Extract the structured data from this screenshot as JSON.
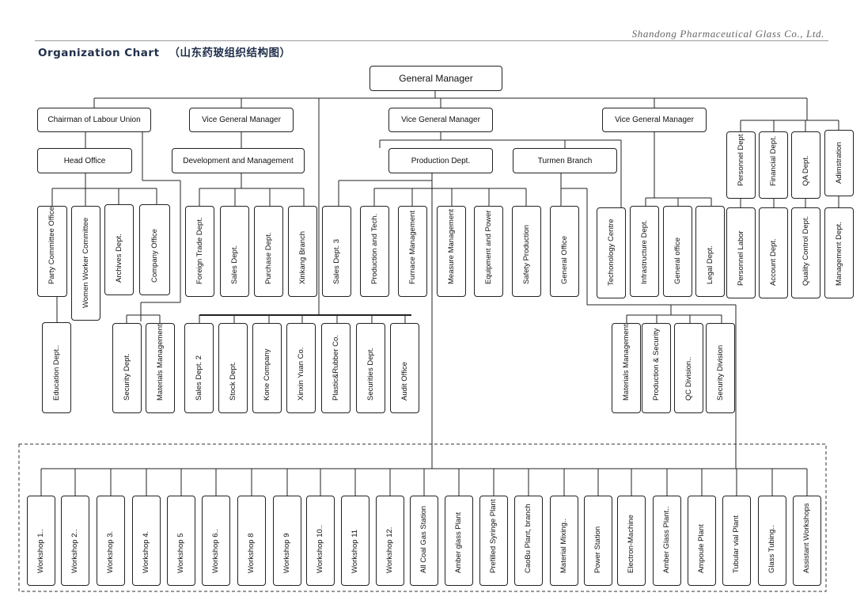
{
  "header": {
    "company": "Shandong  Pharmaceutical  Glass  Co.,  Ltd.",
    "title": "Organization Chart",
    "title_cn": "（山东药玻组织结构图）"
  },
  "nodes": {
    "gm": "General Manager",
    "labour": "Chairman of Labour Union",
    "vgm1": "Vice General Manager",
    "vgm2": "Vice General Manager",
    "vgm3": "Vice General Manager",
    "head_office": "Head Office",
    "dev_mgmt": "Development and Management",
    "production": "Production Dept.",
    "turmen": "Turmen Branch",
    "party": "Party Committee Office",
    "women": "Women Worker Committee",
    "archives": "Archives Dept.",
    "company_office": "Company Office",
    "education": "Education Dept..",
    "foreign_trade": "Foreign Trade Dept.",
    "sales": "Sales Dept.",
    "purchase": "Purchase Dept.",
    "xinkang": "Xinkang Branch",
    "sales3": "Sales Dept. 3",
    "prod_tech": "Production and Tech.",
    "furnace": "Furnace Management",
    "measure": "Measure Management",
    "equipment": "Equipment and Power",
    "safety": "Safety Production",
    "general_office_t": "General Office",
    "technology": "Techonology Centre",
    "infrastructure": "Infrastructure Dept.",
    "general_office2": "General office",
    "legal": "Legal Dept.",
    "personnel": "Personnel Dept",
    "financial": "Financial Dept.",
    "qa": "QA Dept.",
    "administration": "Adimstration",
    "personnel_labor": "Personnel Labor",
    "account": "Account Dept.",
    "quality_control": "Quality Control Dept.",
    "management": "Management Dept.",
    "security": "Security Dept.",
    "materials": "Materials Management",
    "sales2": "Sales Dept. 2",
    "stock": "Stock Dept.",
    "kone": "Kone Company",
    "xinxin": "Xinxin Yuan Co.",
    "plastic": "Plastic&Rubber Co.",
    "securities": "Securities Dept.",
    "audit": "Audit Office",
    "t_materials": "Materials Management",
    "t_prod_sec": "Production & Security",
    "t_qc": "QC Division..",
    "t_security": "Security Division"
  },
  "plants": [
    "Workshop 1..",
    "Workshop 2..",
    "Workshop 3.",
    "Workshop 4.",
    "Workshop 5",
    "Workshop 6..",
    "Workshop 8",
    "Workshop 9",
    "Workshop 10..",
    "Workshop 11",
    "Workshop 12.",
    "All Coal Gas Station",
    "Amber glass Plant",
    "Prefilled Syringe Plant",
    "CaoBu Plant, branch",
    "Material Mixing..",
    "Power Station",
    "Electron-Machine",
    "Amber Glass Plant..",
    "Ampoule Plant",
    "Tubular vial Plant",
    "Glass Tubing..",
    "Assistant Workshops"
  ]
}
